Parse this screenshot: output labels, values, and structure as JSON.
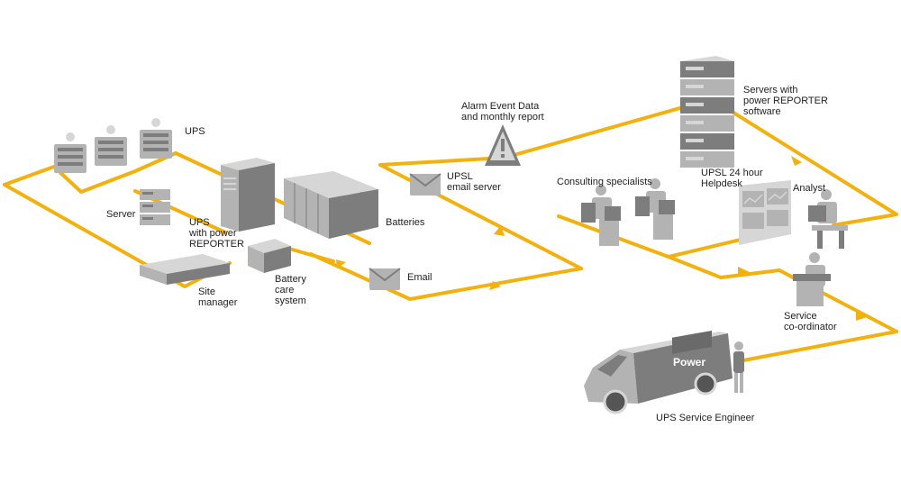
{
  "colors": {
    "line": "#F2B10F",
    "device": "#B3B3B3",
    "device_dark": "#7D7D7D",
    "device_light": "#D6D6D6",
    "text": "#222222"
  },
  "labels": {
    "ups": "UPS",
    "server": "Server",
    "ups_power_reporter": "UPS\nwith power\nREPORTER",
    "batteries": "Batteries",
    "site_manager": "Site\nmanager",
    "battery_care_system": "Battery\ncare\nsystem",
    "alarm_event_data": "Alarm Event Data\nand monthly report",
    "upsl_email_server": "UPSL\nemail server",
    "email": "Email",
    "servers_power_reporter": "Servers with\npower REPORTER\nsoftware",
    "consulting_specialists": "Consulting specialists",
    "upsl_helpdesk": "UPSL 24 hour\nHelpdesk",
    "analyst": "Analyst",
    "service_coordinator": "Service\nco-ordinator",
    "ups_service_engineer": "UPS Service Engineer"
  },
  "icons": {
    "alarm": "warning-triangle-icon",
    "email": "envelope-icon",
    "van_brand": "Power"
  }
}
